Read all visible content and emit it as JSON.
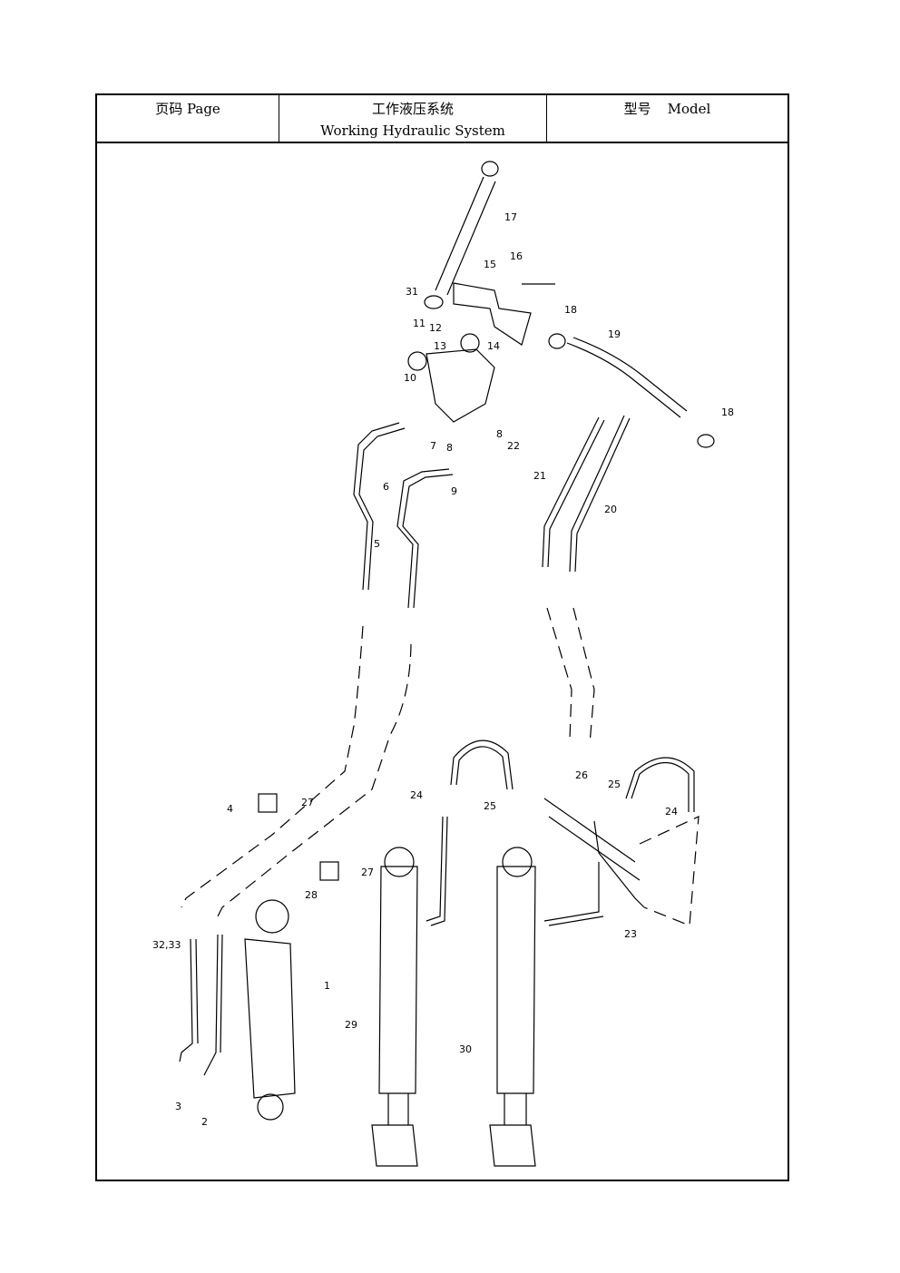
{
  "header": {
    "page_label": "页码 Page",
    "title_cn": "工作液压系统",
    "title_en": "Working Hydraulic System",
    "model_cn": "型号",
    "model_en": "Model"
  },
  "callouts": [
    "17",
    "15",
    "16",
    "31",
    "12",
    "11",
    "13",
    "14",
    "18",
    "19",
    "10",
    "8",
    "22",
    "8",
    "7",
    "9",
    "6",
    "21",
    "5",
    "20",
    "18",
    "26",
    "25",
    "24",
    "24",
    "25",
    "27",
    "4",
    "27",
    "28",
    "32,33",
    "1",
    "29",
    "30",
    "23",
    "3",
    "2"
  ]
}
